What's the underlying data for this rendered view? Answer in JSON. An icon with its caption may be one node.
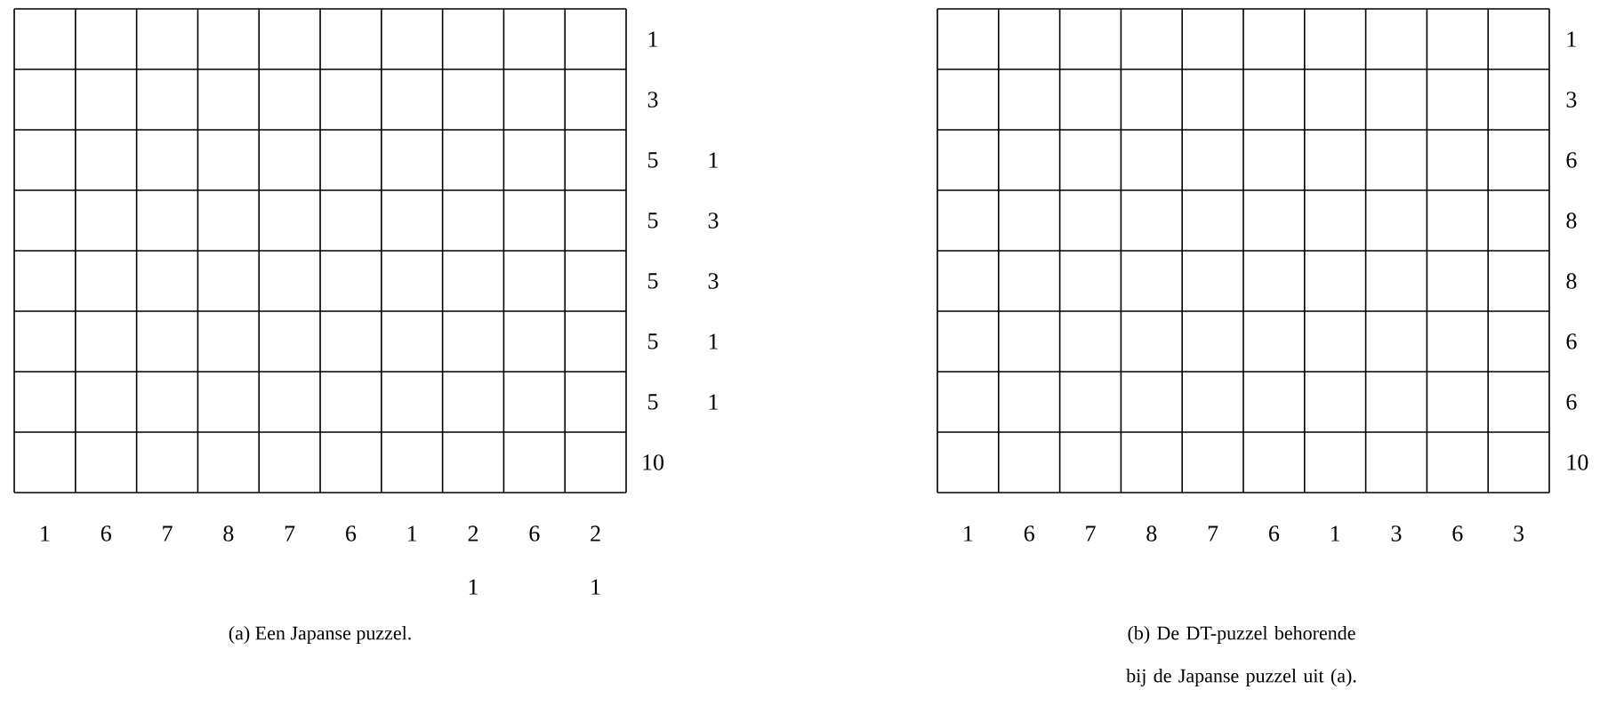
{
  "diagram": {
    "labels": [
      "1",
      "3",
      "5",
      "1",
      "5",
      "3",
      "5",
      "3",
      "5",
      "1",
      "5",
      "1",
      "10",
      "1",
      "6",
      "7",
      "8",
      "7",
      "6",
      "1",
      "2",
      "6",
      "2",
      "1",
      "1",
      "(a) Een Japanse puzzel.",
      "1",
      "3",
      "6",
      "8",
      "8",
      "6",
      "6",
      "10",
      "1",
      "6",
      "7",
      "8",
      "7",
      "6",
      "1",
      "3",
      "6",
      "3",
      "(b) De DT-puzzel behorende bij de Japanse puzzel uit (a)."
    ]
  }
}
